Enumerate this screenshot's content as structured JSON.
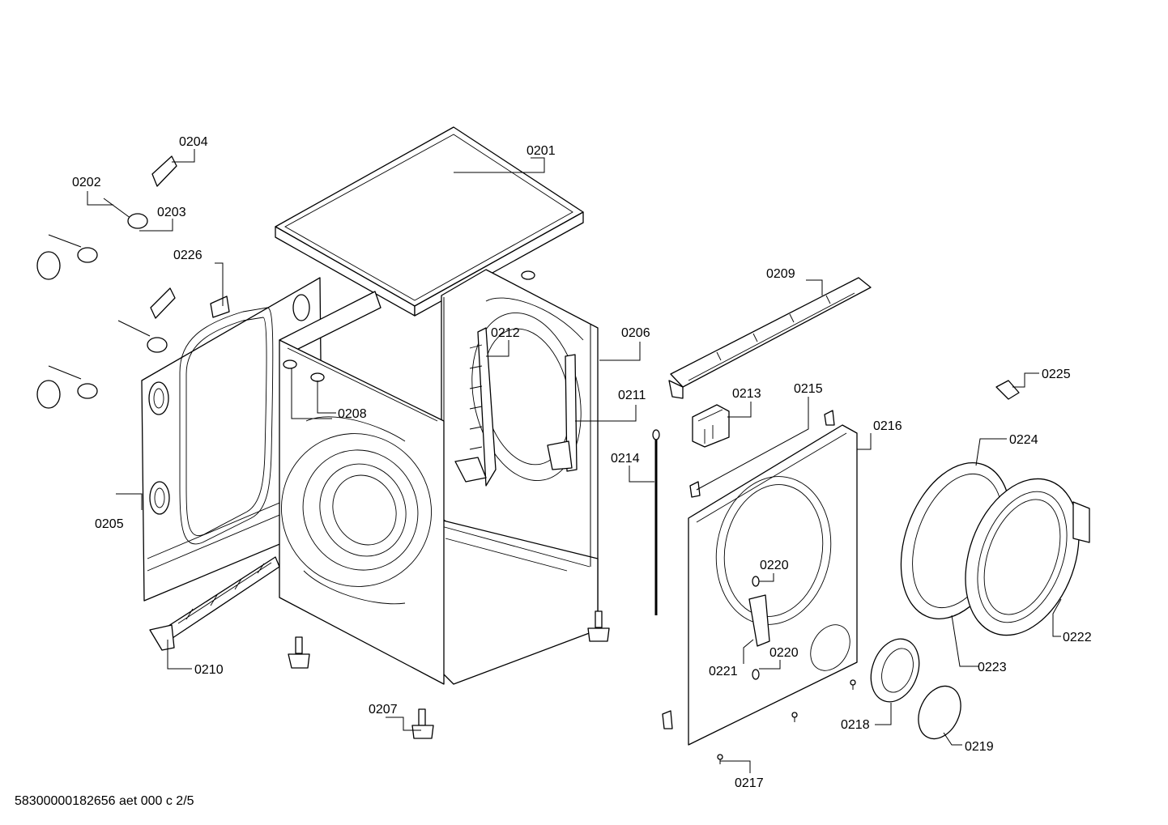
{
  "labels": {
    "p0201": "0201",
    "p0202": "0202",
    "p0203": "0203",
    "p0204": "0204",
    "p0205": "0205",
    "p0206": "0206",
    "p0207": "0207",
    "p0208": "0208",
    "p0209": "0209",
    "p0210": "0210",
    "p0211": "0211",
    "p0212": "0212",
    "p0213": "0213",
    "p0214": "0214",
    "p0215": "0215",
    "p0216": "0216",
    "p0217": "0217",
    "p0218": "0218",
    "p0219": "0219",
    "p0220a": "0220",
    "p0220b": "0220",
    "p0221": "0221",
    "p0222": "0222",
    "p0223": "0223",
    "p0224": "0224",
    "p0225": "0225",
    "p0226": "0226"
  },
  "footer": "58300000182656 aet 000 c 2/5"
}
